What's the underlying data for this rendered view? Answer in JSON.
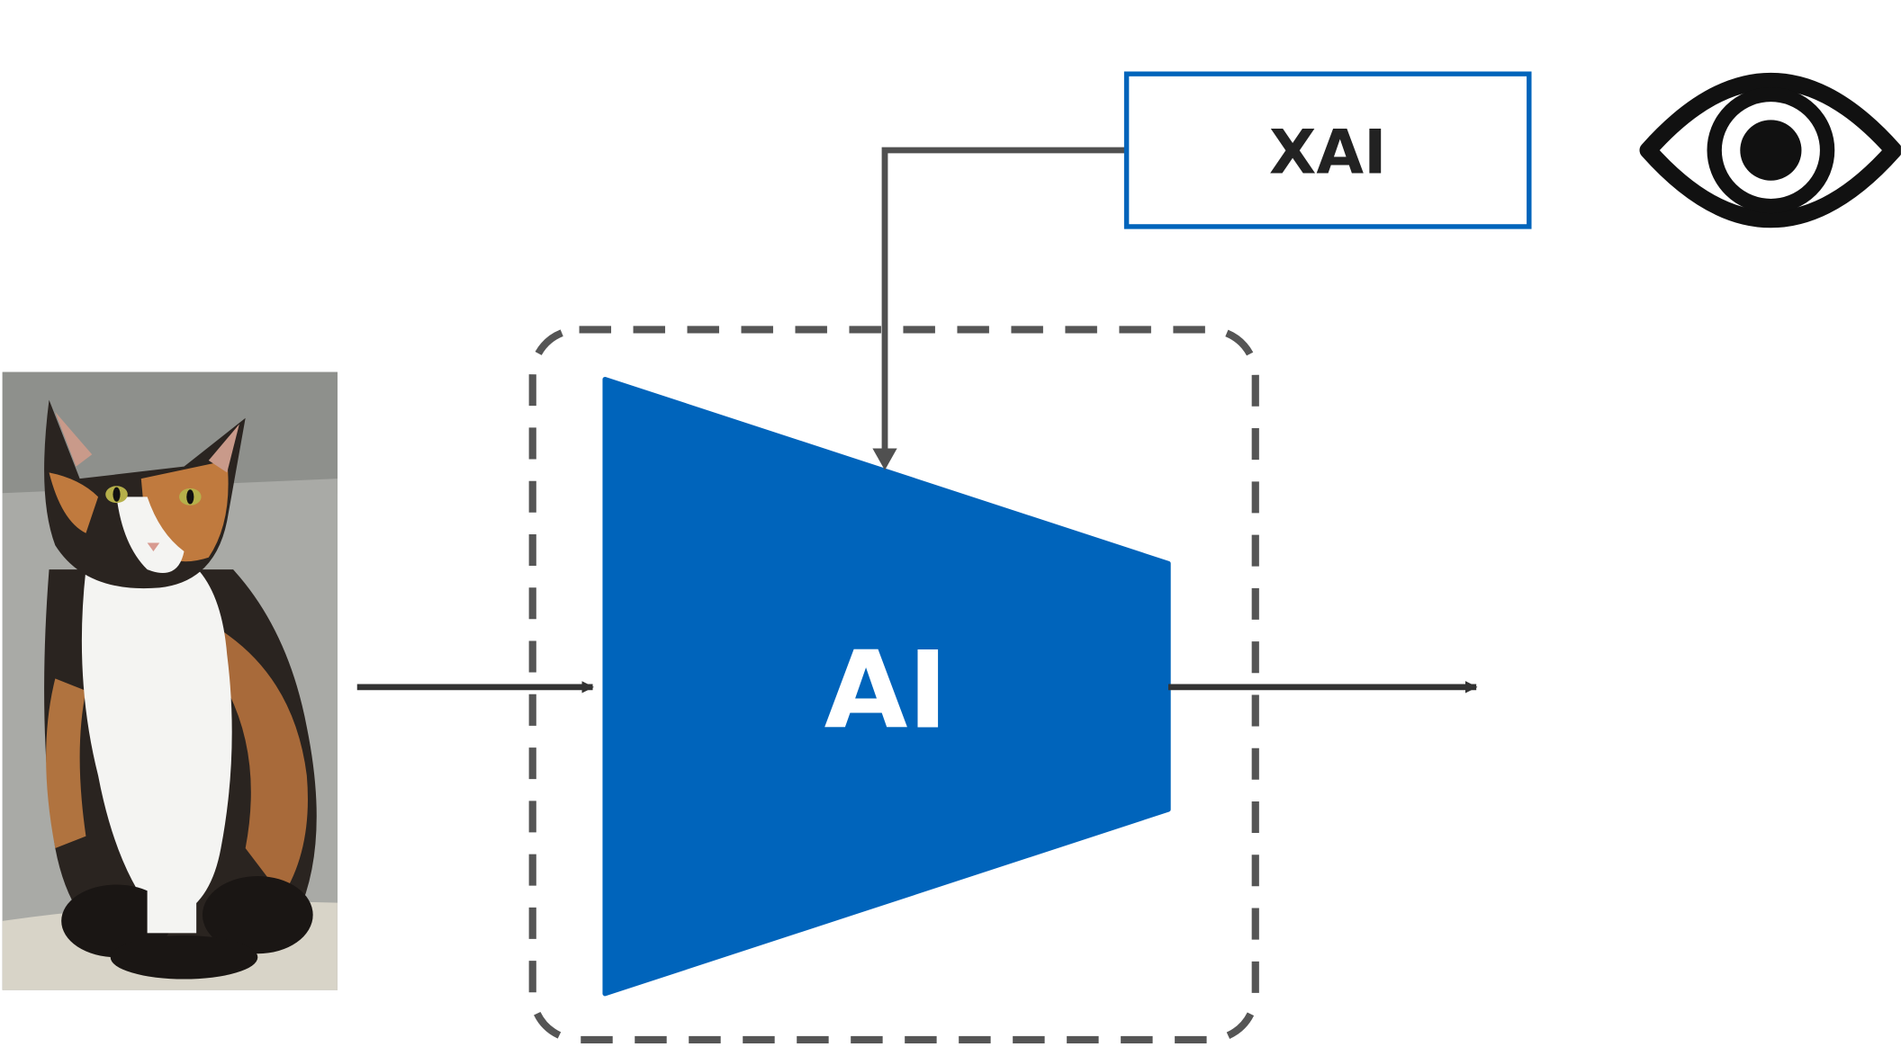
{
  "diagram": {
    "model_label": "AI",
    "explainer_label": "XAI",
    "input_image": "calico-cat-photo",
    "observer_icon": "eye-icon"
  },
  "colors": {
    "model_fill": "#0064bb",
    "explainer_border": "#0064bb",
    "connector": "#505050",
    "flow_arrow": "#333333",
    "dashed_boundary": "#555555",
    "eye": "#111111"
  }
}
